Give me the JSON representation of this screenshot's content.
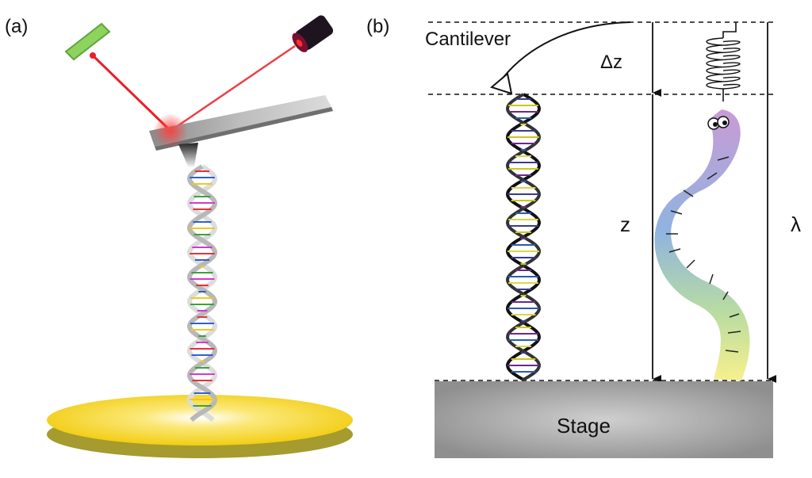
{
  "panels": {
    "a": {
      "label": "(a)"
    },
    "b": {
      "label": "(b)",
      "cantilever_label": "Cantilever",
      "delta_z_label": "Δz",
      "z_label": "z",
      "lambda_label": "λ",
      "stage_label": "Stage"
    }
  },
  "colors": {
    "laser": "#e81f27",
    "mirror": "#7fce53",
    "gold_disk": "#f2d31e",
    "stage": "#9e9e9e",
    "worm_top": "#c89bd3",
    "worm_mid": "#8fb3df",
    "worm_bottom": "#f5ef8c"
  },
  "icons": {
    "laser_source": "laser-source-icon",
    "photodetector": "photodetector-icon",
    "spring": "spring-icon",
    "worm_polymer": "worm-polymer-icon"
  }
}
